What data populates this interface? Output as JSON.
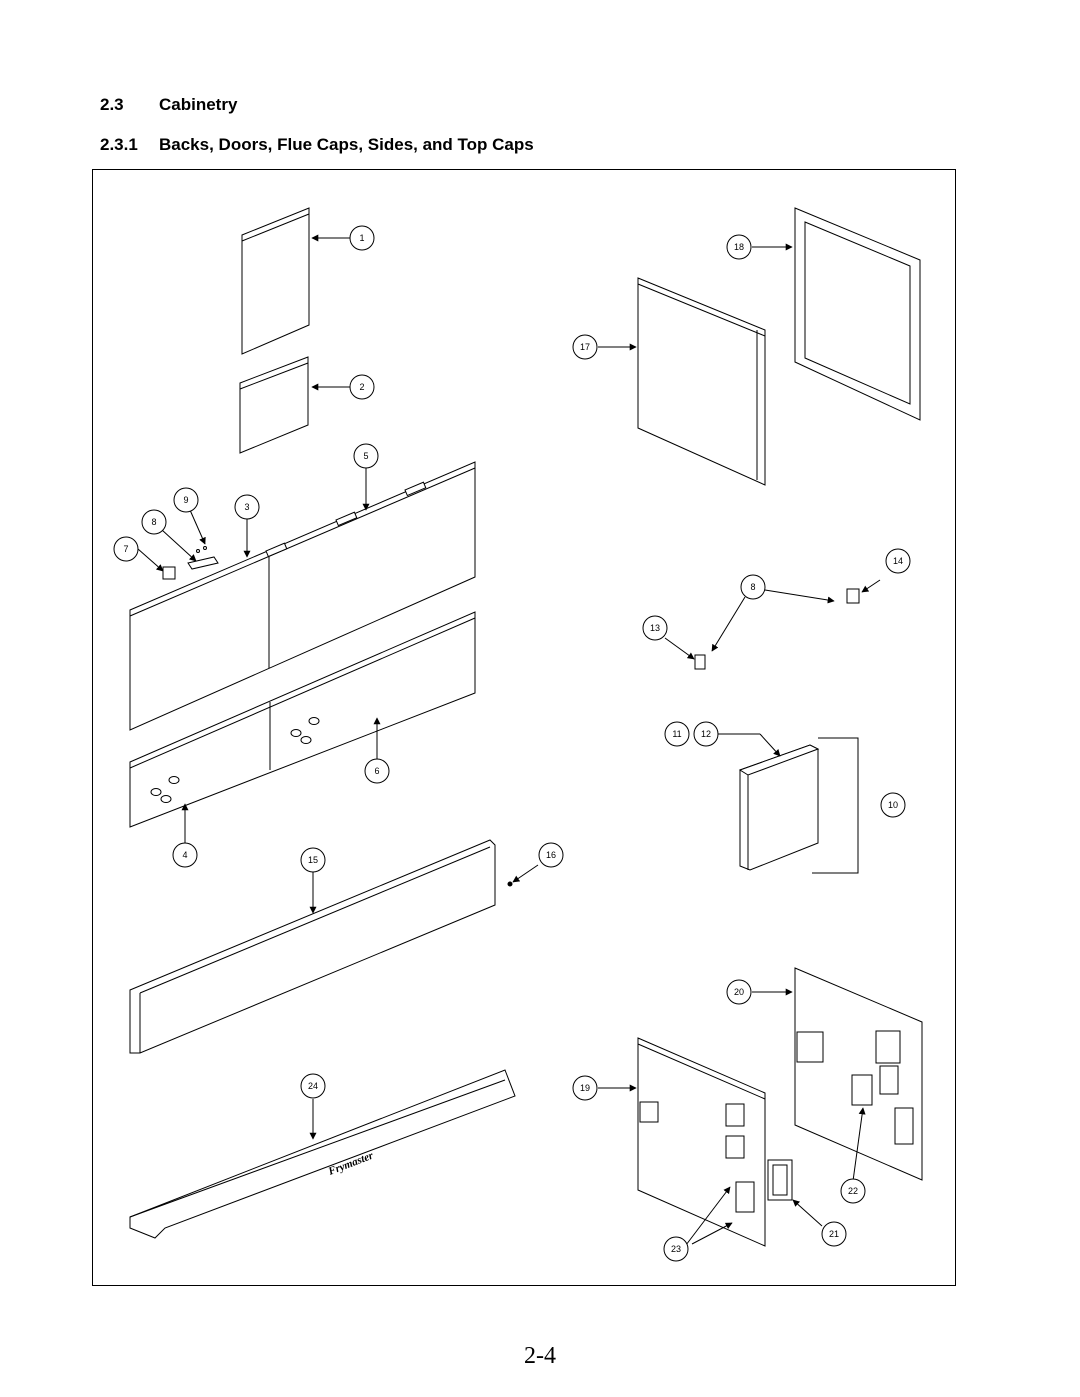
{
  "section": {
    "number": "2.3",
    "title": "Cabinetry"
  },
  "subsection": {
    "number": "2.3.1",
    "title": "Backs, Doors, Flue Caps, Sides, and Top Caps"
  },
  "callouts": [
    "1",
    "2",
    "3",
    "4",
    "5",
    "6",
    "7",
    "8",
    "9",
    "10",
    "11",
    "12",
    "13",
    "14",
    "15",
    "16",
    "17",
    "18",
    "19",
    "20",
    "21",
    "22",
    "23",
    "24",
    "8"
  ],
  "brand_mark": "Frymaster",
  "page_number": "2-4"
}
